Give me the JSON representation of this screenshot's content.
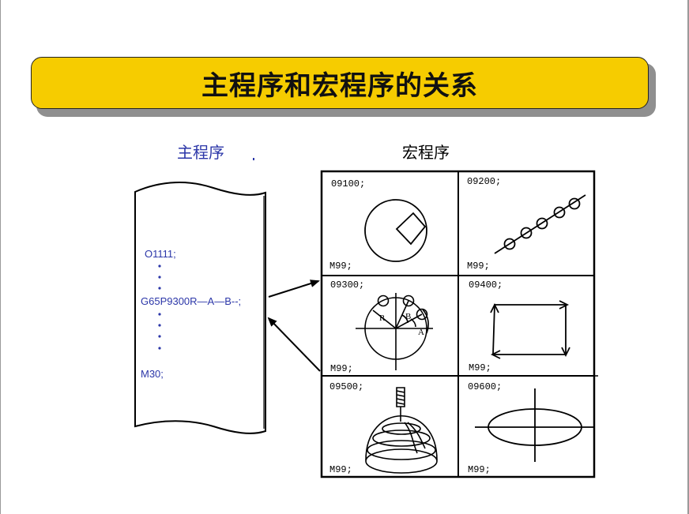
{
  "title": "主程序和宏程序的关系",
  "main_program": {
    "label": "主程序",
    "lines": [
      "O1111;",
      "G65P9300R—A—B--;",
      "M30;"
    ]
  },
  "macro_program": {
    "label": "宏程序",
    "cells": [
      {
        "id": "09100;",
        "end": "M99;"
      },
      {
        "id": "09200;",
        "end": "M99;"
      },
      {
        "id": "09300;",
        "end": "M99;"
      },
      {
        "id": "09400;",
        "end": "M99;"
      },
      {
        "id": "09500;",
        "end": "M99;"
      },
      {
        "id": "09600;",
        "end": "M99;"
      }
    ],
    "labels_09300": {
      "r": "R",
      "b": "B",
      "a": "A"
    }
  },
  "colors": {
    "title_bar": "#f6cc00",
    "code_blue": "#2b36a8"
  }
}
